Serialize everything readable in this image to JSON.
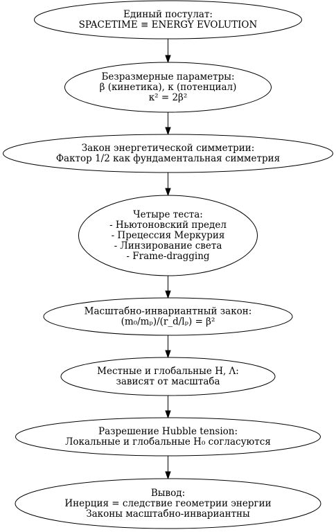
{
  "nodes": [
    {
      "id": "postulate",
      "lines": [
        "Единый постулат:",
        "SPACETIME ≡ ENERGY EVOLUTION"
      ]
    },
    {
      "id": "dimensionless",
      "lines": [
        "Безразмерные параметры:",
        "β (кинетика), κ (потенциал)",
        "κ² = 2β²"
      ]
    },
    {
      "id": "symmetry",
      "lines": [
        "Закон энергетической симметрии:",
        "Фактор 1/2 как фундаментальная симметрия"
      ]
    },
    {
      "id": "tests",
      "lines": [
        "Четыре теста:",
        "- Ньютоновский предел",
        "- Прецессия Меркурия",
        "- Линзирование света",
        "- Frame-dragging"
      ]
    },
    {
      "id": "scale-law",
      "lines": [
        "Масштабно-инвариантный закон:",
        "(m₀/mₚ)/(r_d/lₚ) = β²"
      ]
    },
    {
      "id": "local-global",
      "lines": [
        "Местные и глобальные H, Λ:",
        "зависят от масштаба"
      ]
    },
    {
      "id": "hubble",
      "lines": [
        "Разрешение Hubble tension:",
        "Локальные и глобальные H₀ согласуются"
      ]
    },
    {
      "id": "conclusion",
      "lines": [
        "Вывод:",
        "Инерция = следствие геометрии энергии",
        "Законы масштабно-инвариантны"
      ]
    }
  ],
  "edges": [
    [
      "postulate",
      "dimensionless"
    ],
    [
      "dimensionless",
      "symmetry"
    ],
    [
      "symmetry",
      "tests"
    ],
    [
      "tests",
      "scale-law"
    ],
    [
      "scale-law",
      "local-global"
    ],
    [
      "local-global",
      "hubble"
    ],
    [
      "hubble",
      "conclusion"
    ]
  ]
}
